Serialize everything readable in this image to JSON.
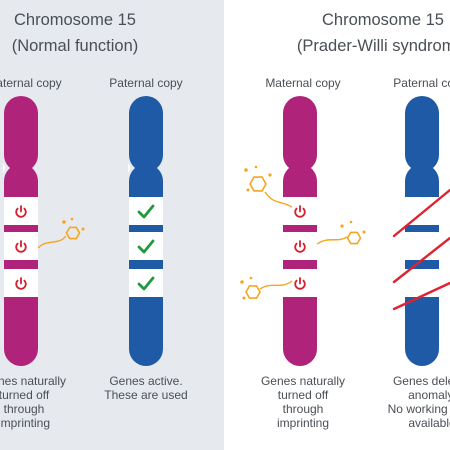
{
  "colors": {
    "left_background": "#e6eaee",
    "right_background": "#ffffff",
    "maternal_chromosome": "#b0237a",
    "paternal_chromosome": "#1f5aa6",
    "band_fill": "#ffffff",
    "power_icon": "#d4202f",
    "checkmark": "#1f9a3c",
    "deletion_mark": "#e0212f",
    "hormone_fill": "#f5a51e",
    "hormone_line": "#f5a51e",
    "text": "#4a4f56"
  },
  "left_panel": {
    "title_line1": "Chromosome 15",
    "title_line2": "(Normal function)",
    "maternal_label": "Maternal copy",
    "paternal_label": "Paternal copy",
    "maternal_caption": [
      "Genes naturally",
      "turned off",
      "through",
      "imprinting"
    ],
    "paternal_caption": [
      "Genes active.",
      "These are used"
    ]
  },
  "right_panel": {
    "title_line1": "Chromosome 15",
    "title_line2": "(Prader-Willi syndrome)",
    "maternal_label": "Maternal copy",
    "paternal_label": "Paternal copy",
    "maternal_caption": [
      "Genes naturally",
      "turned off",
      "through",
      "imprinting"
    ],
    "paternal_caption": [
      "Genes deleted",
      "anomaly.",
      "No working copy",
      "available"
    ]
  },
  "icons": {
    "gene_off": "power-icon",
    "gene_active": "checkmark-icon",
    "gene_deleted": "deletion-slash-icon",
    "molecule": "hormone-molecule-icon"
  }
}
